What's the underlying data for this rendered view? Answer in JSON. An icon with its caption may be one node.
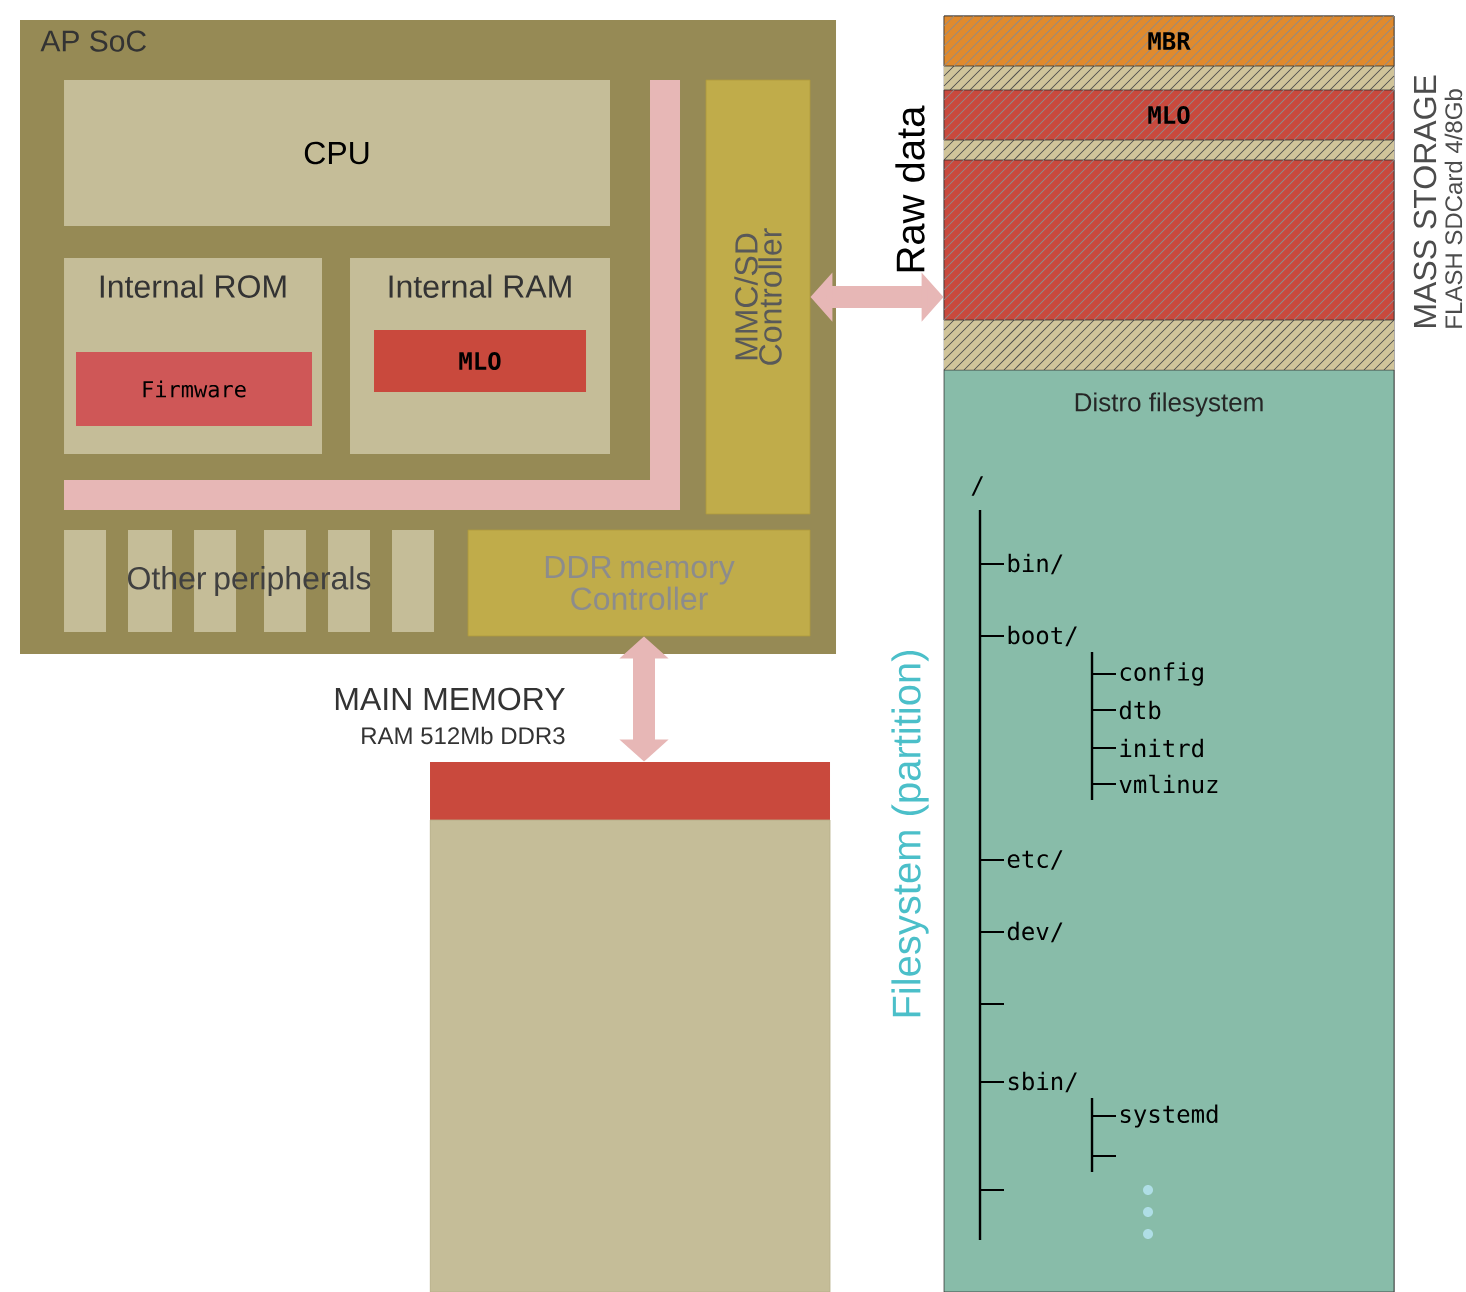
{
  "diagram": {
    "nodes": [
      {
        "text": [
          "AP SoC"
        ]
      },
      {
        "text": [
          "CPU"
        ],
        "in": 0
      },
      {
        "text": [
          "Internal ROM"
        ],
        "in": 0
      },
      {
        "text": [
          "Firmware"
        ],
        "in": 2
      },
      {
        "text": [
          "Internal RAM"
        ],
        "in": 0
      },
      {
        "text": [
          "MLO"
        ],
        "in": 4
      },
      {
        "text": [
          "MMC/SD Controller"
        ],
        "in": 0
      },
      {
        "text": [
          "Other peripherals"
        ],
        "in": 0
      },
      {
        "text": [
          "DDR memory Controller"
        ],
        "in": 0
      },
      {
        "text": [],
        "shape": "bar",
        "beside": [
          "MAIN MEMORY",
          "RAM 512Mb DDR3"
        ]
      },
      {
        "text": [],
        "shape": "box"
      },
      {
        "text": [],
        "shape": "box",
        "beside": [
          "MASS STORAGE",
          "FLASH SDCard 4/8Gb"
        ]
      },
      {
        "text": [
          "MBR"
        ],
        "in": 11
      },
      {
        "text": [
          "MLO"
        ],
        "in": 11
      },
      {
        "text": [],
        "shape": "bar",
        "in": 11
      },
      {
        "text": [
          "Distro filesystem"
        ],
        "in": 11,
        "beside": [
          "Filesystem (partition)"
        ]
      }
    ],
    "edges": [
      {
        "from": 6,
        "to": 14,
        "arrow": "both",
        "label": "Raw data"
      },
      {
        "from": 8,
        "to": 9,
        "arrow": "both"
      }
    ],
    "labels": [
      "/",
      "bin/",
      "boot/",
      "config",
      "dtb",
      "initrd",
      "vmlinuz",
      "etc/",
      "dev/",
      "sbin/",
      "systemd"
    ]
  }
}
